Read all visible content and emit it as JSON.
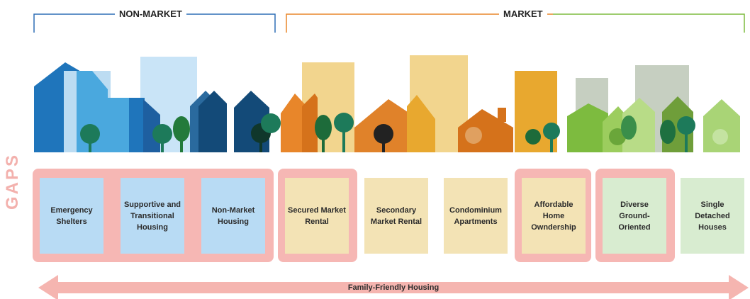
{
  "headers": {
    "non_market": "NON-MARKET",
    "market": "MARKET"
  },
  "side_label": "GAPS",
  "categories": [
    {
      "label": "Emergency Shelters",
      "group": "non-market",
      "gap": true
    },
    {
      "label": "Supportive and Transitional Housing",
      "group": "non-market",
      "gap": true
    },
    {
      "label": "Non-Market Housing",
      "group": "non-market",
      "gap": true
    },
    {
      "label": "Secured Market Rental",
      "group": "market",
      "gap": true
    },
    {
      "label": "Secondary Market Rental",
      "group": "market",
      "gap": false
    },
    {
      "label": "Condominium Apartments",
      "group": "market",
      "gap": false
    },
    {
      "label": "Affordable Home Owndership",
      "group": "market",
      "gap": true
    },
    {
      "label": "Diverse Ground-Oriented",
      "group": "market",
      "gap": true
    },
    {
      "label": "Single Detached Houses",
      "group": "market",
      "gap": false
    }
  ],
  "arrow_label": "Family-Friendly Housing",
  "colors": {
    "non_market": "#2f6fb5",
    "market_orange": "#e8862a",
    "market_green": "#7dbb3f",
    "gap_highlight": "#f6b7b4",
    "blue_box": "#b8dbf4",
    "tan_box": "#f3e3b5",
    "green_box": "#d8ecd0",
    "arrow": "#f5b5b0"
  }
}
